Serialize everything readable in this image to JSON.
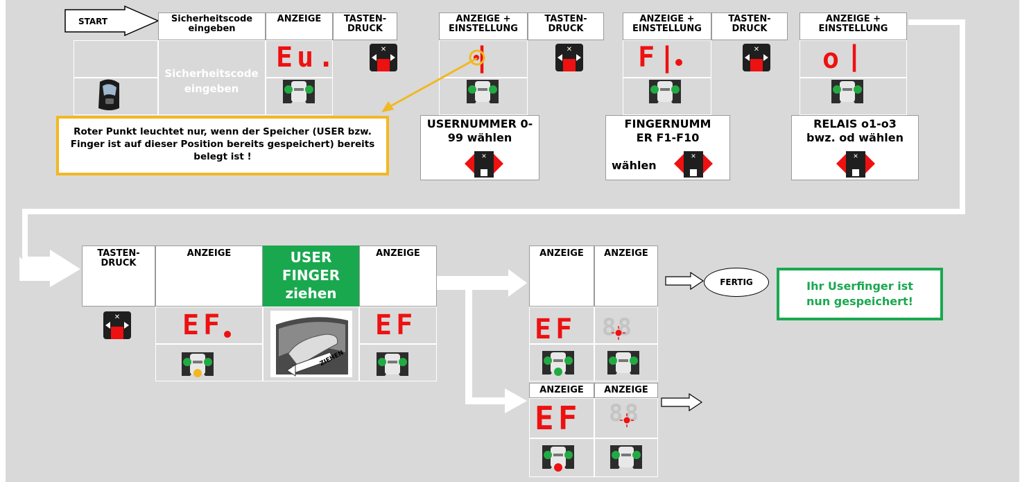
{
  "start_label": "START",
  "header_row": [
    "Sicherheitscode eingeben",
    "ANZEIGE",
    "TASTEN-DRUCK",
    "ANZEIGE + EINSTELLUNG",
    "TASTEN-DRUCK",
    "ANZEIGE + EINSTELLUNG",
    "TASTEN-DRUCK",
    "ANZEIGE + EINSTELLUNG"
  ],
  "security_code_text": "Sicherheitscode eingeben",
  "displays": {
    "eu": "Eu.",
    "f1": "F",
    "o1": "o",
    "ef_dot": "EF",
    "ef": "EF",
    "ef_success": "EF",
    "ef_fail": "EF",
    "blank": "88"
  },
  "note_red_dot": "Roter Punkt leuchtet nur, wenn der Speicher (USER bzw. Finger ist auf dieser Position bereits gespeichert) bereits belegt ist !",
  "usernummer": "USERNUMMER 0-99 wählen",
  "fingernummer_1": "FINGERNUMM ER F1-F10",
  "fingernummer_2": "wählen",
  "relais": "RELAIS o1-o3 bwz. od wählen",
  "bottom_headers": {
    "tastendruck": "TASTEN-DRUCK",
    "anzeige_1": "ANZEIGE",
    "user_finger": "USER FINGER ziehen",
    "anzeige_2": "ANZEIGE",
    "anzeige_3": "ANZEIGE",
    "anzeige_4": "ANZEIGE",
    "anzeige_5": "ANZEIGE",
    "anzeige_6": "ANZEIGE"
  },
  "swipe_label": "ZIEHEN",
  "fertig_label": "FERTIG",
  "success_message": "Ihr Userfinger ist nun gespeichert!",
  "colors": {
    "background": "#d9d9d9",
    "led_red": "#ee1111",
    "led_green": "#22aa44",
    "note_border": "#f2b822",
    "success_green": "#1aa84f"
  }
}
